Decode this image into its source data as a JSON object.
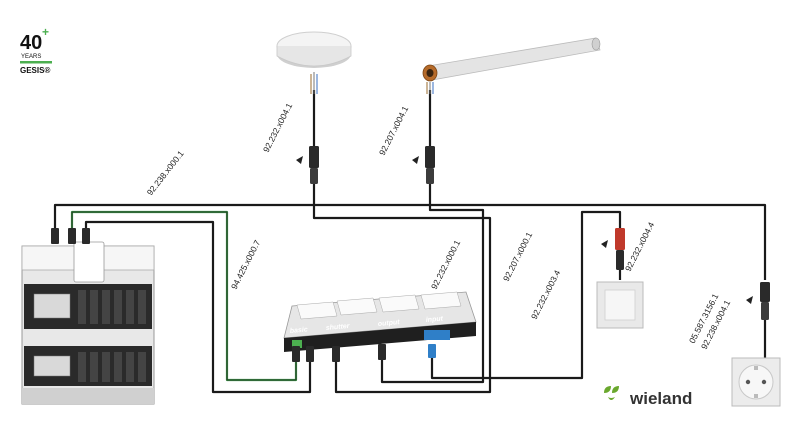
{
  "logo": {
    "number": "40",
    "plus": "+",
    "years": "YEARS",
    "brand": "GESIS®"
  },
  "brand": {
    "name": "wieland",
    "color": "#6aa82e"
  },
  "cable_labels": {
    "c1": "92.238.x000.1",
    "c2": "92.232.x004.1",
    "c3": "92.207.x004.1",
    "c4": "94.425.x000.7",
    "c5": "92.232.x000.1",
    "c6": "92.207.x000.1",
    "c7": "92.232.x003.4",
    "c8": "92.232.x004.4",
    "c9": "05.587.3156.1",
    "c10": "92.238.x004.1"
  },
  "module_labels": [
    "basic",
    "shutter",
    "output",
    "input"
  ],
  "colors": {
    "wire": "#1a1a1a",
    "green_wire": "#3f9a4a",
    "accent_green": "#4caf50",
    "connector": "#2a2a2a"
  }
}
